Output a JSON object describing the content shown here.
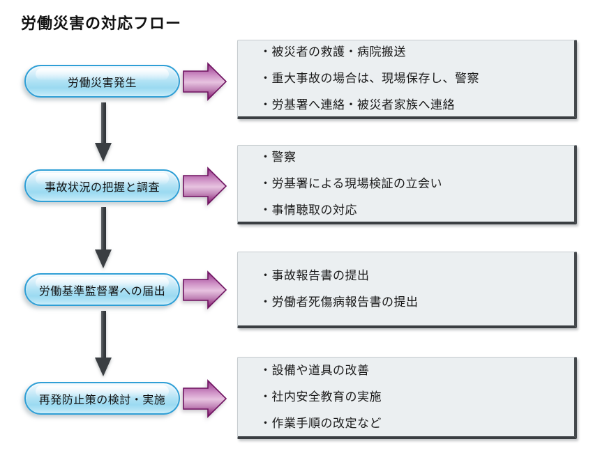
{
  "page": {
    "title": "労働災害の対応フロー"
  },
  "colors": {
    "pill_border": "#2f9fd6",
    "pill_fill": "#aee1f4",
    "right_arrow_magenta": "#a8439b",
    "down_arrow_gray": "#3a3e42",
    "detail_box_bg": "#ebeff1",
    "detail_box_edge": "#3a3e42",
    "text": "#1a1a1a"
  },
  "flow": {
    "steps": [
      {
        "label": "労働災害発生",
        "details": [
          "・被災者の救護・病院搬送",
          "・重大事故の場合は、現場保存し、警察",
          "・労基署へ連絡・被災者家族へ連絡"
        ]
      },
      {
        "label": "事故状況の把握と調査",
        "details": [
          "・警察",
          "・労基署による現場検証の立会い",
          "・事情聴取の対応"
        ]
      },
      {
        "label": "労働基準監督署への届出",
        "details": [
          "・事故報告書の提出",
          "・労働者死傷病報告書の提出"
        ]
      },
      {
        "label": "再発防止策の検討・実施",
        "details": [
          "・設備や道具の改善",
          "・社内安全教育の実施",
          "・作業手順の改定など"
        ]
      }
    ]
  }
}
